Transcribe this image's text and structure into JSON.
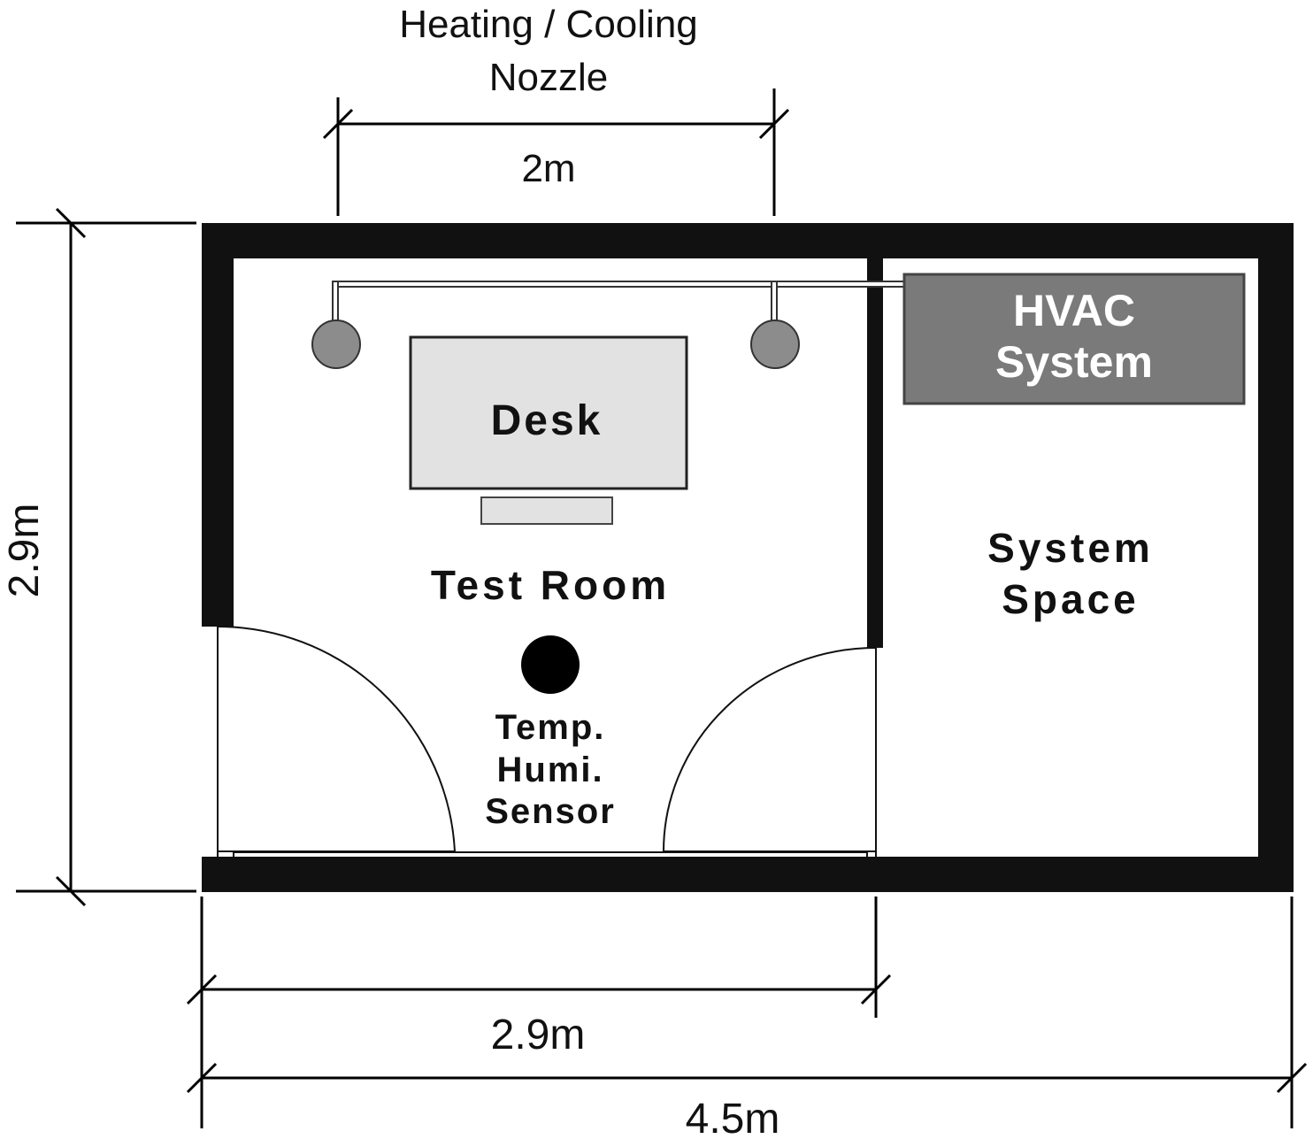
{
  "labels": {
    "nozzle_line1": "Heating / Cooling",
    "nozzle_line2": "Nozzle",
    "hvac_line1": "HVAC",
    "hvac_line2": "System",
    "desk": "Desk",
    "test_room": "Test Room",
    "system_space_line1": "System",
    "system_space_line2": "Space",
    "sensor_line1": "Temp.",
    "sensor_line2": "Humi.",
    "sensor_line3": "Sensor"
  },
  "dimensions": {
    "nozzle_spacing": "2m",
    "height": "2.9m",
    "test_room_width": "2.9m",
    "total_width": "4.5m"
  },
  "colors": {
    "wall": "#111111",
    "hvac_fill": "#7a7a7a",
    "desk_fill": "#e2e2e2",
    "nozzle_fill": "#8c8c8c",
    "sensor_fill": "#000000"
  }
}
